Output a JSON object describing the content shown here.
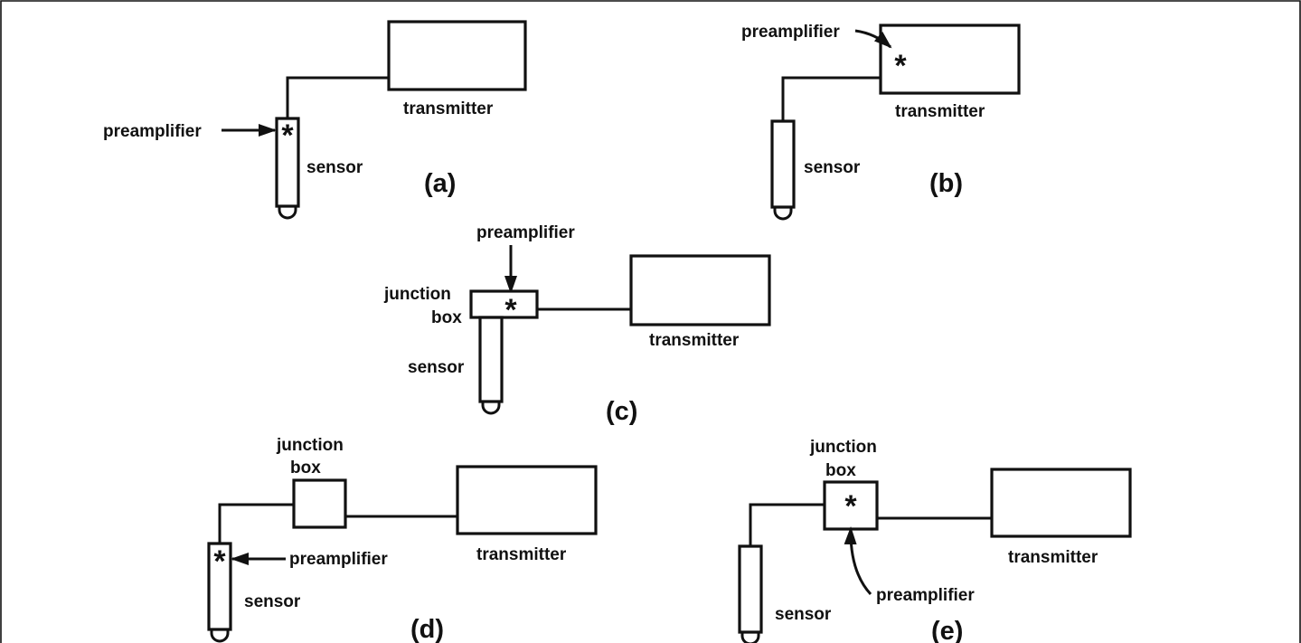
{
  "colors": {
    "ink": "#111111",
    "background": "#ffffff"
  },
  "figure": {
    "panels": [
      {
        "id": "a",
        "caption": "(a)",
        "labels": {
          "preamplifier": "preamplifier",
          "sensor": "sensor",
          "transmitter": "transmitter"
        },
        "marker": "*"
      },
      {
        "id": "b",
        "caption": "(b)",
        "labels": {
          "preamplifier": "preamplifier",
          "sensor": "sensor",
          "transmitter": "transmitter"
        },
        "marker": "*"
      },
      {
        "id": "c",
        "caption": "(c)",
        "labels": {
          "preamplifier": "preamplifier",
          "junction_line1": "junction",
          "junction_line2": "box",
          "sensor": "sensor",
          "transmitter": "transmitter"
        },
        "marker": "*"
      },
      {
        "id": "d",
        "caption": "(d)",
        "labels": {
          "preamplifier": "preamplifier",
          "junction_line1": "junction",
          "junction_line2": "box",
          "sensor": "sensor",
          "transmitter": "transmitter"
        },
        "marker": "*"
      },
      {
        "id": "e",
        "caption": "(e)",
        "labels": {
          "preamplifier": "preamplifier",
          "junction_line1": "junction",
          "junction_line2": "box",
          "sensor": "sensor",
          "transmitter": "transmitter"
        },
        "marker": "*"
      }
    ]
  }
}
